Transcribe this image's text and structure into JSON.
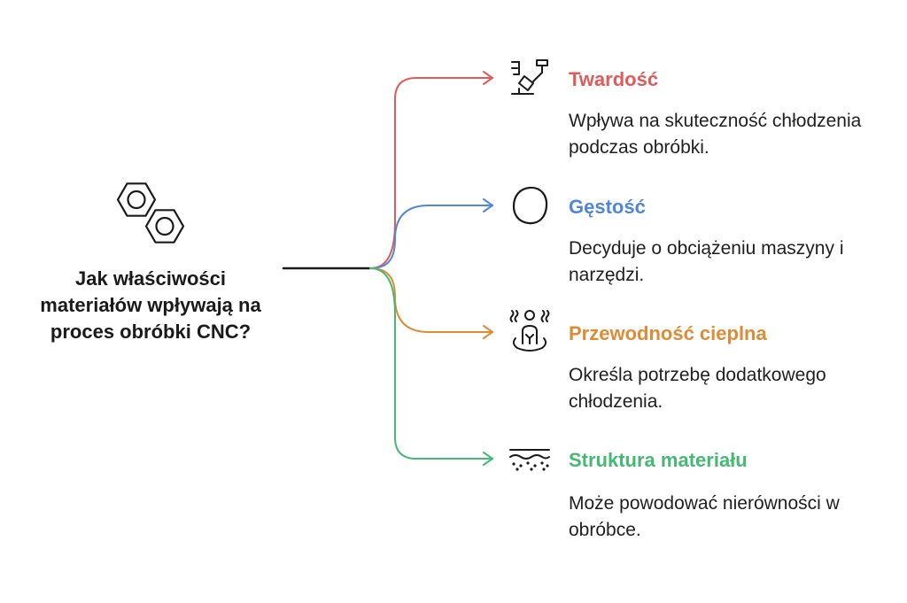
{
  "central": {
    "question": "Jak właściwości materiałów wpływają na proces obróbki CNC?",
    "icon": "molecule-hexagons-icon"
  },
  "branches": [
    {
      "title": "Twardość",
      "description": "Wpływa na skuteczność chłodzenia podczas obróbki.",
      "color": "#e05a5a",
      "icon": "hardness-tester-icon"
    },
    {
      "title": "Gęstość",
      "description": "Decyduje o obciążeniu maszyny i narzędzi.",
      "color": "#4f86d9",
      "icon": "dense-blob-icon"
    },
    {
      "title": "Przewodność cieplna",
      "description": "Określa potrzebę dodatkowego chłodzenia.",
      "color": "#de8b35",
      "icon": "heat-person-icon"
    },
    {
      "title": "Struktura materiału",
      "description": "Może powodować nierówności w obróbce.",
      "color": "#45b874",
      "icon": "material-layers-icon"
    }
  ]
}
